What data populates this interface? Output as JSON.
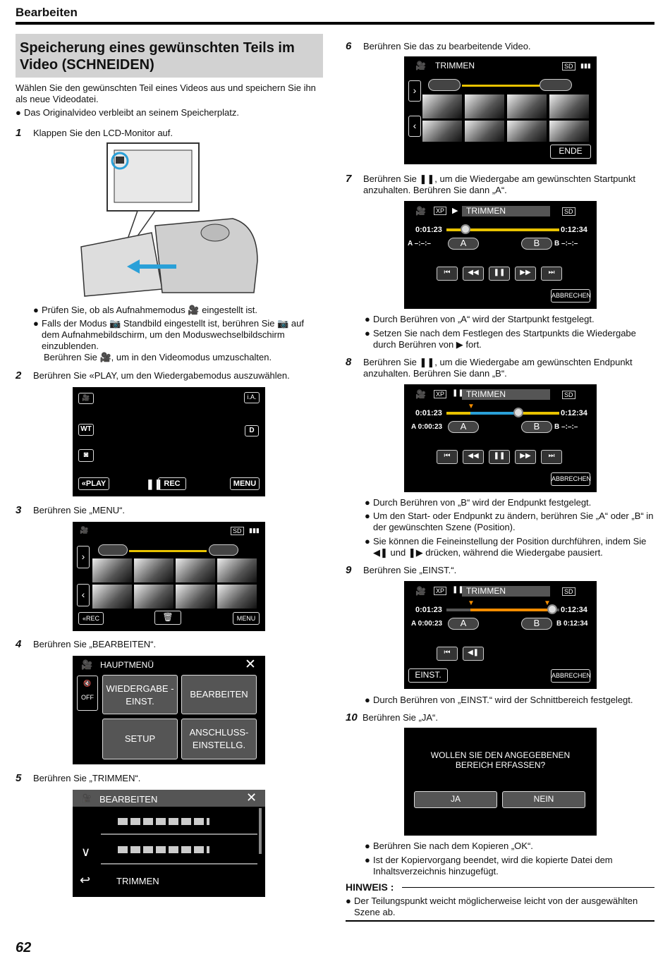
{
  "header": {
    "title": "Bearbeiten"
  },
  "page_number": "62",
  "section_title": "Speicherung eines gewünschten Teils im Video (SCHNEIDEN)",
  "intro": "Wählen Sie den gewünschten Teil eines Videos aus und speichern Sie ihn als neue Videodatei.",
  "intro_bullet": "Das Originalvideo verbleibt an seinem Speicherplatz.",
  "steps": {
    "s1": {
      "num": "1",
      "text": "Klappen Sie den LCD-Monitor auf."
    },
    "s1_b1": "Prüfen Sie, ob als Aufnahmemodus 🎥 eingestellt ist.",
    "s1_b2": "Falls der Modus 📷 Standbild eingestellt ist, berühren Sie 📷 auf dem Aufnahmebildschirm, um den Moduswechselbildschirm einzublenden.",
    "s1_b2b": "Berühren Sie 🎥, um in den Videomodus umzuschalten.",
    "s2": {
      "num": "2",
      "text": "Berühren Sie «PLAY, um den Wiedergabemodus auszuwählen."
    },
    "s3": {
      "num": "3",
      "text": "Berühren Sie „MENU“."
    },
    "s4": {
      "num": "4",
      "text": "Berühren Sie „BEARBEITEN“."
    },
    "s5": {
      "num": "5",
      "text": "Berühren Sie „TRIMMEN“."
    },
    "s6": {
      "num": "6",
      "text": "Berühren Sie das zu bearbeitende Video."
    },
    "s7": {
      "num": "7",
      "text": "Berühren Sie ❚❚, um die Wiedergabe am gewünschten Startpunkt anzuhalten. Berühren Sie dann „A“."
    },
    "s7_b1": "Durch Berühren von „A“ wird der Startpunkt festgelegt.",
    "s7_b2": "Setzen Sie nach dem Festlegen des Startpunkts die Wiedergabe durch Berühren von ▶ fort.",
    "s8": {
      "num": "8",
      "text": "Berühren Sie ❚❚, um die Wiedergabe am gewünschten Endpunkt anzuhalten. Berühren Sie dann „B“."
    },
    "s8_b1": "Durch Berühren von „B“ wird der Endpunkt festgelegt.",
    "s8_b2": "Um den Start- oder Endpunkt zu ändern, berühren Sie „A“ oder „B“ in der gewünschten Szene (Position).",
    "s8_b3": "Sie können die Feineinstellung der Position durchführen, indem Sie ◀❚ und ❚▶ drücken, während die Wiedergabe pausiert.",
    "s9": {
      "num": "9",
      "text": "Berühren Sie „EINST.“."
    },
    "s9_b1": "Durch Berühren von „EINST.“ wird der Schnittbereich festgelegt.",
    "s10": {
      "num": "10",
      "text": "Berühren Sie „JA“."
    },
    "s10_b1": "Berühren Sie nach dem Kopieren „OK“.",
    "s10_b2": "Ist der Kopiervorgang beendet, wird die kopierte Datei dem Inhaltsverzeichnis hinzugefügt."
  },
  "hinweis": {
    "title": "HINWEIS :",
    "text": "Der Teilungspunkt weicht möglicherweise leicht von der ausgewählten Szene ab."
  },
  "screens": {
    "play": {
      "play": "«PLAY",
      "rec": "REC",
      "menu": "MENU",
      "ia": "i.A.",
      "wt": "WT",
      "d": "D"
    },
    "index": {
      "rec": "«REC",
      "menu": "MENU",
      "sd": "SD"
    },
    "main": {
      "title": "HAUPTMENÜ",
      "b1": "WIEDERGABE -EINST.",
      "b2": "BEARBEITEN",
      "b3": "SETUP",
      "b4": "ANSCHLUSS-EINSTELLG.",
      "off": "OFF"
    },
    "edit": {
      "title": "BEARBEITEN",
      "item3": "TRIMMEN"
    },
    "trim1": {
      "title": "TRIMMEN",
      "end": "ENDE",
      "sd": "SD"
    },
    "trim2": {
      "title": "TRIMMEN",
      "xp": "XP",
      "sd": "SD",
      "t1": "0:01:23",
      "t2": "0:12:34",
      "a_label": "A",
      "a_time": "–:–:–",
      "b_label": "B",
      "b_time": "–:–:–",
      "abbr": "ABBRECHEN"
    },
    "trim3": {
      "title": "TRIMMEN",
      "xp": "XP",
      "sd": "SD",
      "t1": "0:01:23",
      "t2": "0:12:34",
      "a_label": "A",
      "a_time": "0:00:23",
      "b_label": "B",
      "b_time": "–:–:–",
      "abbr": "ABBRECHEN"
    },
    "trim4": {
      "title": "TRIMMEN",
      "xp": "XP",
      "sd": "SD",
      "t1": "0:01:23",
      "t2": "0:12:34",
      "a_label": "A",
      "a_time": "0:00:23",
      "b_label": "B",
      "b_time": "0:12:34",
      "abbr": "ABBRECHEN",
      "einst": "EINST."
    },
    "confirm": {
      "question": "WOLLEN SIE DEN ANGEGEBENEN BEREICH ERFASSEN?",
      "ja": "JA",
      "nein": "NEIN"
    }
  }
}
